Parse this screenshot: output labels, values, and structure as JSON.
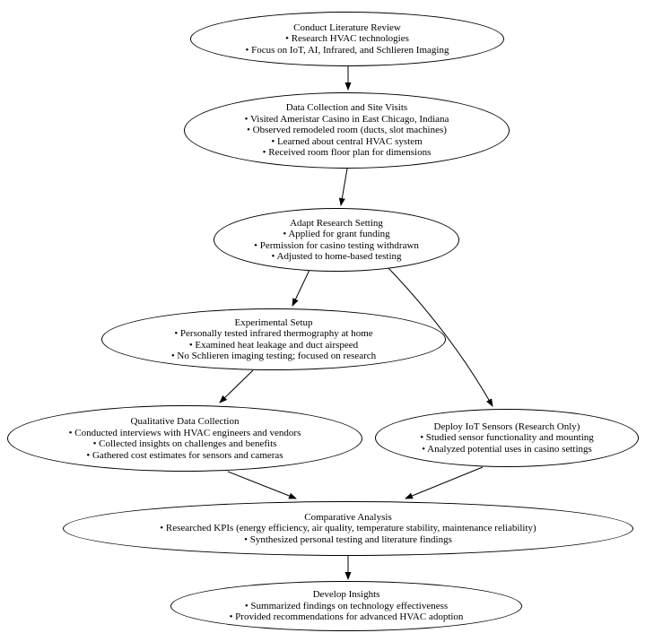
{
  "diagram": {
    "type": "flowchart",
    "background_color": "#ffffff",
    "node_border_color": "#000000",
    "edge_color": "#000000",
    "nodes": [
      {
        "id": "conduct-literature-review",
        "title": "Conduct Literature Review",
        "lines": [
          "• Research HVAC technologies",
          "• Focus on IoT, AI, Infrared, and Schlieren Imaging"
        ]
      },
      {
        "id": "data-collection-site-visits",
        "title": "Data Collection and Site Visits",
        "lines": [
          "• Visited Ameristar Casino in East Chicago, Indiana",
          "• Observed remodeled room (ducts, slot machines)",
          "• Learned about central HVAC system",
          "• Received room floor plan for dimensions"
        ]
      },
      {
        "id": "adapt-research-setting",
        "title": "Adapt Research Setting",
        "lines": [
          "• Applied for grant funding",
          "• Permission for casino testing withdrawn",
          "• Adjusted to home-based testing"
        ]
      },
      {
        "id": "experimental-setup",
        "title": "Experimental Setup",
        "lines": [
          "• Personally tested infrared thermography at home",
          "• Examined heat leakage and duct airspeed",
          "• No Schlieren imaging testing; focused on research"
        ]
      },
      {
        "id": "qualitative-data-collection",
        "title": "Qualitative Data Collection",
        "lines": [
          "• Conducted interviews with HVAC engineers and vendors",
          "• Collected insights on challenges and benefits",
          "• Gathered cost estimates for sensors and cameras"
        ]
      },
      {
        "id": "deploy-iot-sensors",
        "title": "Deploy IoT Sensors (Research Only)",
        "lines": [
          "• Studied sensor functionality and mounting",
          "• Analyzed potential uses in casino settings"
        ]
      },
      {
        "id": "comparative-analysis",
        "title": "Comparative Analysis",
        "lines": [
          "• Researched KPIs (energy efficiency, air quality, temperature stability, maintenance reliability)",
          "• Synthesized personal testing and literature findings"
        ]
      },
      {
        "id": "develop-insights",
        "title": "Develop Insights",
        "lines": [
          "• Summarized findings on technology effectiveness",
          "• Provided recommendations for advanced HVAC adoption"
        ]
      }
    ],
    "edges": [
      {
        "from": "conduct-literature-review",
        "to": "data-collection-site-visits"
      },
      {
        "from": "data-collection-site-visits",
        "to": "adapt-research-setting"
      },
      {
        "from": "adapt-research-setting",
        "to": "experimental-setup"
      },
      {
        "from": "adapt-research-setting",
        "to": "deploy-iot-sensors"
      },
      {
        "from": "experimental-setup",
        "to": "qualitative-data-collection"
      },
      {
        "from": "qualitative-data-collection",
        "to": "comparative-analysis"
      },
      {
        "from": "deploy-iot-sensors",
        "to": "comparative-analysis"
      },
      {
        "from": "comparative-analysis",
        "to": "develop-insights"
      }
    ]
  }
}
